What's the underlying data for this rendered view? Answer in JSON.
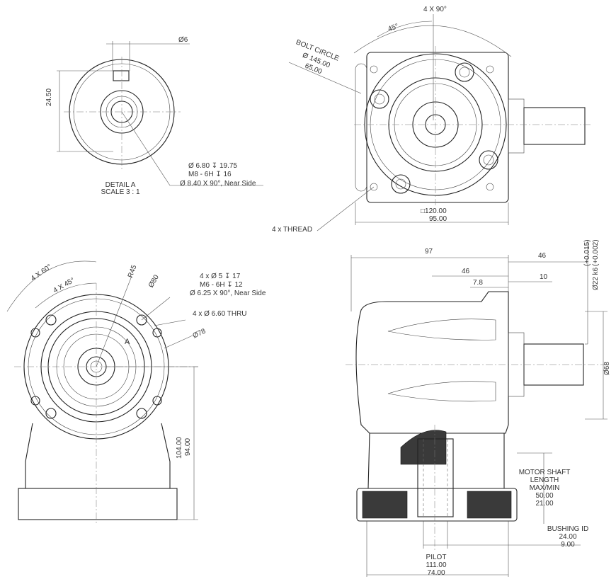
{
  "detail_a": {
    "dim_width": "Ø6",
    "dim_height": "24.50",
    "note_line1": "Ø 6.80 ↧ 19.75",
    "note_line2": "M8 - 6H ↧ 16",
    "note_line3": "Ø 8.40 X 90°, Near Side",
    "title": "DETAIL A",
    "scale": "SCALE 3 : 1"
  },
  "top_right_view": {
    "angle_pattern": "4 X 90°",
    "angle_45": "45°",
    "bolt_circle_label": "BOLT CIRCLE",
    "bolt_circle_dia": "Ø 145.00",
    "bolt_circle_dia2": "65.00",
    "thread_callout": "4 x THREAD",
    "width_dim_1": "□120.00",
    "width_dim_2": "95.00"
  },
  "front_view": {
    "angle_60": "4 X 60°",
    "angle_45": "4 X 45°",
    "radius": "R45",
    "dia_80": "Ø80",
    "hole_note_1": "4 x Ø 5 ↧ 17",
    "hole_note_2": "M6 - 6H ↧ 12",
    "hole_note_3": "Ø 6.25 X 90°, Near Side",
    "thru_note": "4 x Ø 6.60 THRU",
    "dia_78": "Ø78",
    "height_dim_1": "104.00",
    "height_dim_2": "94.00",
    "letter_a": "A"
  },
  "side_view": {
    "dim_97": "97",
    "dim_46_top": "46",
    "dim_46": "46",
    "dim_78": "7.8",
    "dim_10": "10",
    "shaft_dia": "Ø22 k6",
    "tol_upper": "(+0.015)",
    "tol_lower": "(+0.002)",
    "dia_68": "Ø68",
    "motor_shaft_1": "MOTOR SHAFT",
    "motor_shaft_2": "LENGTH",
    "motor_shaft_3": "MAX/MIN",
    "motor_shaft_max": "50.00",
    "motor_shaft_min": "21.00",
    "bushing_label": "BUSHING ID",
    "bushing_max": "24.00",
    "bushing_min": "9.00",
    "pilot_label": "PILOT",
    "pilot_max": "111.00",
    "pilot_min": "74.00"
  }
}
